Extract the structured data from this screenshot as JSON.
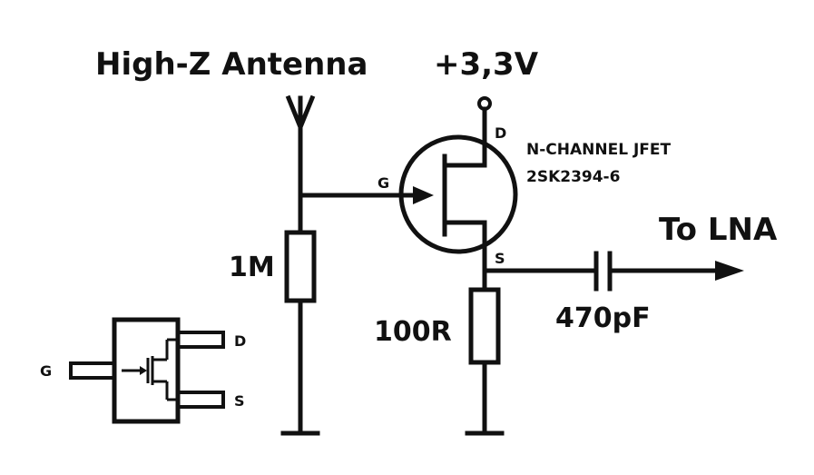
{
  "labels": {
    "antenna": "High-Z Antenna",
    "supply": "+3,3V",
    "jfet_type": "N-CHANNEL JFET",
    "jfet_part": "2SK2394-6",
    "output": "To LNA",
    "gate_resistor": "1M",
    "source_resistor": "100R",
    "coupling_cap": "470pF",
    "pin_gate": "G",
    "pin_drain": "D",
    "pin_source": "S",
    "pkg_gate": "G",
    "pkg_drain": "D",
    "pkg_source": "S"
  }
}
